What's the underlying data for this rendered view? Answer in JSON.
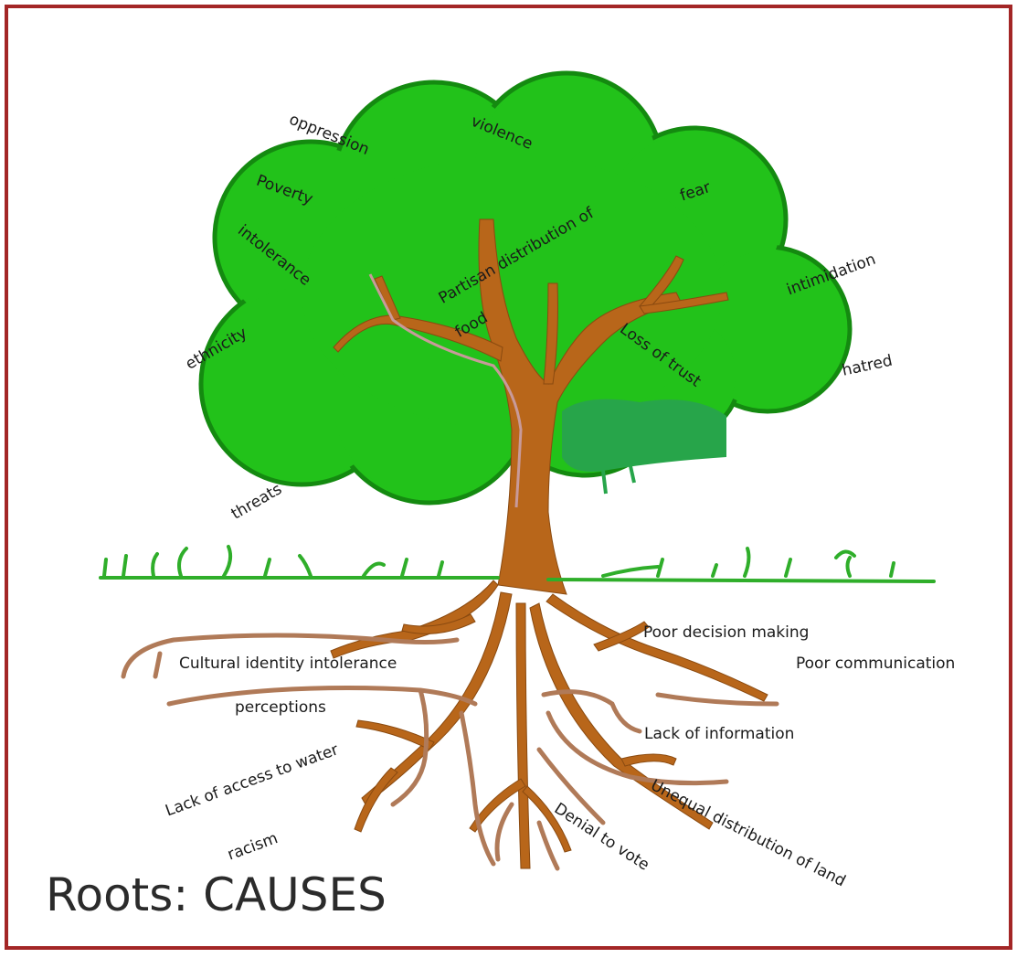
{
  "title": "Roots: CAUSES",
  "colors": {
    "frame": "#a32626",
    "canopy": "#22c21a",
    "canopy_outline": "#148a10",
    "trunk": "#b8661a",
    "root_thin": "#b07a58",
    "ground": "#2fae2a"
  },
  "canopy_labels": {
    "oppression": "oppression",
    "violence": "violence",
    "poverty": "Poverty",
    "fear": "fear",
    "intolerance": "intolerance",
    "partisan_line1": "Partisan distribution of",
    "partisan_line2": "food",
    "intimidation": "intimidation",
    "ethnicity": "ethnicity",
    "loss_of_trust": "Loss of trust",
    "hatred": "hatred",
    "threats": "threats"
  },
  "root_labels": {
    "poor_decision": "Poor decision making",
    "poor_communication": "Poor communication",
    "cultural_identity": "Cultural identity intolerance",
    "perceptions": "perceptions",
    "lack_of_information": "Lack of information",
    "lack_of_water": "Lack of access to water",
    "unequal_land": "Unequal distribution of land",
    "denial_to_vote": "Denial to vote",
    "racism": "racism"
  }
}
